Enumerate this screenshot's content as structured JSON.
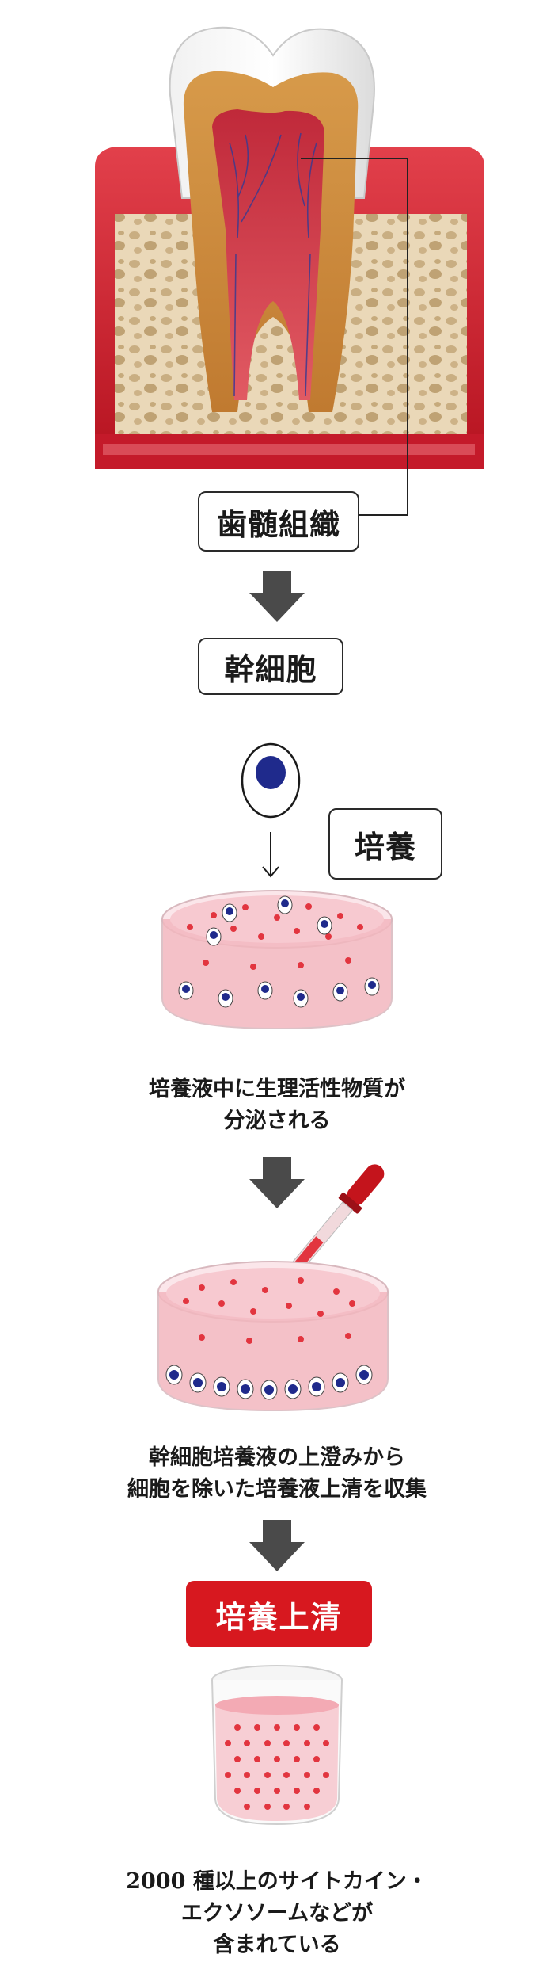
{
  "labels": {
    "dental_pulp": "歯髄組織",
    "stem_cell": "幹細胞",
    "culture": "培養",
    "culture_supernatant": "培養上清"
  },
  "captions": {
    "step1": [
      "培養液中に生理活性物質が",
      "分泌される"
    ],
    "step2": [
      "幹細胞培養液の上澄みから",
      "細胞を除いた培養液上清を収集"
    ],
    "step3": [
      "2000 種以上のサイトカイン・",
      "エクソソームなどが",
      "含まれている"
    ]
  },
  "colors": {
    "accent_red": "#d7181f",
    "arrow_gray": "#4a4a4a",
    "cell_nucleus": "#1f2a8c",
    "dish_pink": "#f3b7bf",
    "dot_red": "#e2353f"
  },
  "icons": [
    "tooth-cross-section-illustration",
    "stem-cell-icon",
    "petri-dish-icon",
    "dropper-icon",
    "glass-beaker-icon",
    "down-arrow-icon"
  ]
}
